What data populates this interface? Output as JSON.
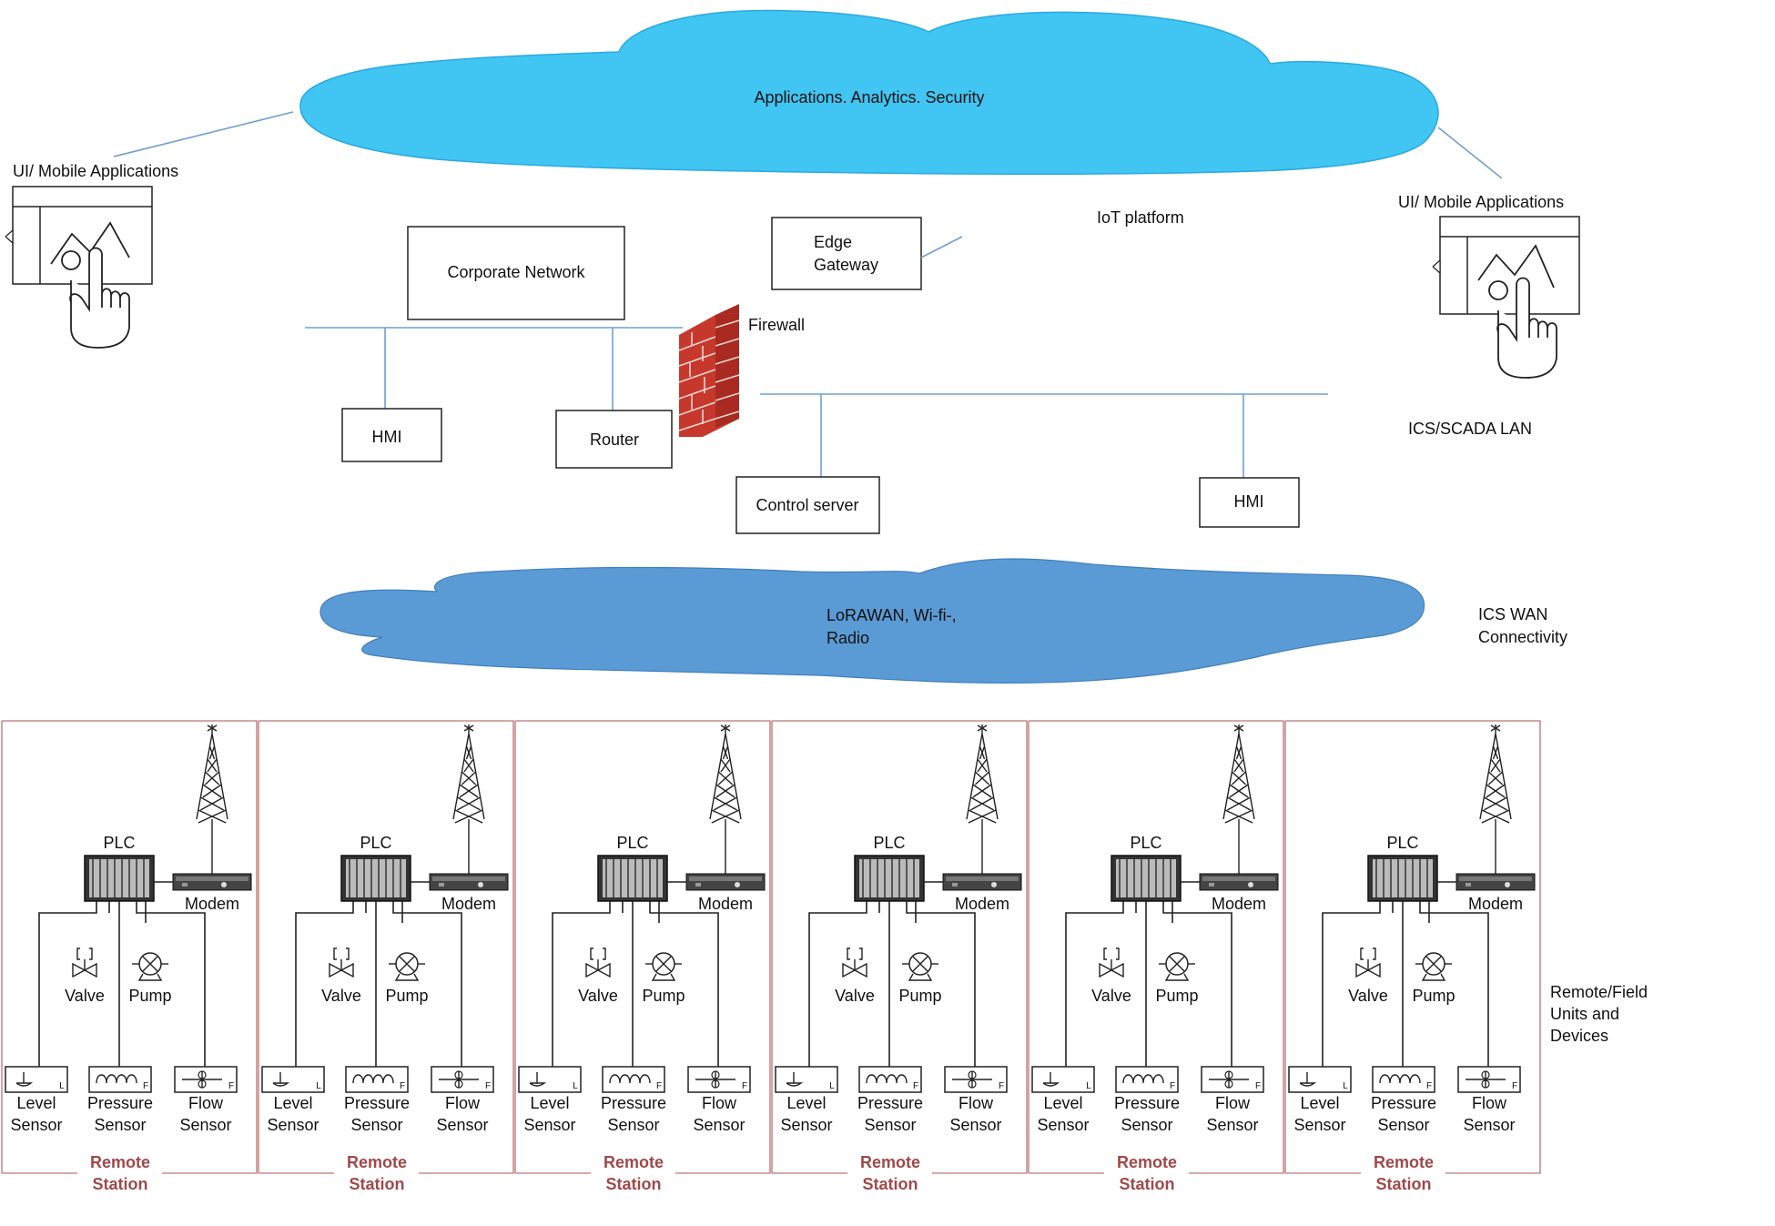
{
  "cloud_top": {
    "label": "Applications. Analytics. Security",
    "color": "#41c5f3"
  },
  "cloud_wan": {
    "label_line1": "LoRAWAN, Wi-fi-,",
    "label_line2": "Radio",
    "color": "#5b9bd5"
  },
  "ui_left": {
    "label": "UI/ Mobile Applications"
  },
  "ui_right": {
    "label": "UI/ Mobile Applications"
  },
  "iot_platform": "IoT platform",
  "edge_gateway": {
    "line1": "Edge",
    "line2": "Gateway"
  },
  "corporate_network": "Corporate Network",
  "firewall": "Firewall",
  "hmi_left": "HMI",
  "router": "Router",
  "control_server": "Control server",
  "hmi_right": "HMI",
  "ics_scada_lan": "ICS/SCADA LAN",
  "ics_wan": {
    "line1": "ICS WAN",
    "line2": "Connectivity"
  },
  "remote_field": {
    "line1": "Remote/Field",
    "line2": "Units and",
    "line3": "Devices"
  },
  "station_template": {
    "plc": "PLC",
    "modem": "Modem",
    "valve": "Valve",
    "pump": "Pump",
    "level": [
      "Level",
      "Sensor"
    ],
    "pressure": [
      "Pressure",
      "Sensor"
    ],
    "flow": [
      "Flow",
      "Sensor"
    ],
    "station": [
      "Remote",
      "Station"
    ]
  },
  "stations": [
    {
      "id": 1
    },
    {
      "id": 2
    },
    {
      "id": 3
    },
    {
      "id": 4
    },
    {
      "id": 5
    },
    {
      "id": 6
    }
  ],
  "icons": [
    "firewall-icon",
    "hand-touch-icon",
    "antenna-tower-icon",
    "modem-icon",
    "plc-icon",
    "valve-icon",
    "pump-icon",
    "level-sensor-icon",
    "pressure-sensor-icon",
    "flow-sensor-icon"
  ]
}
